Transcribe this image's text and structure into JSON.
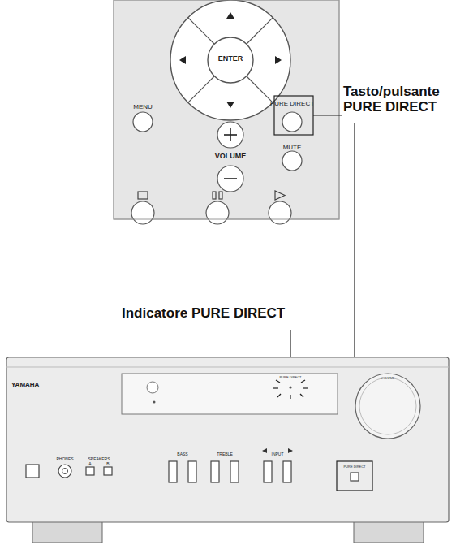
{
  "diagram": {
    "labels": [
      "ENTER",
      "MENU",
      "PURE DIRECT",
      "MUTE",
      "VOLUME",
      "Tasto/pulsante PURE DIRECT",
      "Indicatore PURE DIRECT",
      "YAMAHA",
      "PHONES",
      "SPEAKERS",
      "A",
      "B",
      "BASS",
      "TREBLE",
      "INPUT",
      "PURE DIRECT",
      "PURE DIRECT",
      "VOLUME"
    ]
  }
}
